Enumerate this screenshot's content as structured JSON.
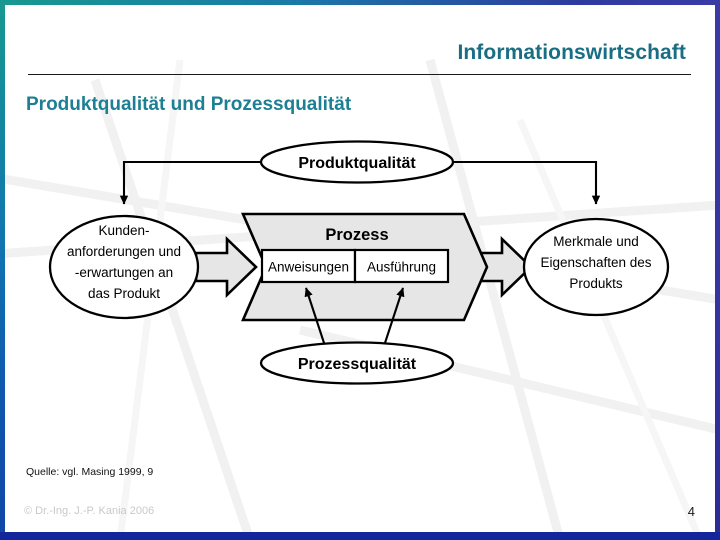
{
  "slide": {
    "header_title": "Informationswirtschaft",
    "subtitle": "Produktqualität und Prozessqualität",
    "source_note": "Quelle: vgl. Masing 1999, 9",
    "copyright": "©  Dr.-Ing. J.-P. Kania 2006",
    "page_number": "4"
  },
  "colors": {
    "header_text": "#1a6e84",
    "subtitle_text": "#1d7f93",
    "frame_top_left": "#17998f",
    "frame_right": "#3b3ba6",
    "frame_bottom": "#13259b",
    "shape_fill": "#e6e6e6",
    "shape_stroke": "#000000",
    "copyright_text": "#c9c9c9"
  },
  "diagram": {
    "name": "produktqualitaet-prozessqualitaet-diagramm",
    "type": "process-flow",
    "nodes": [
      {
        "id": "produktqualitaet",
        "shape": "ellipse",
        "label_lines": [
          "Produktqualität"
        ],
        "position": "top-center"
      },
      {
        "id": "kundenanforderungen",
        "shape": "ellipse",
        "label_lines": [
          "Kunden-",
          "anforderungen und",
          "-erwartungen an",
          "das Produkt"
        ],
        "position": "left"
      },
      {
        "id": "prozess",
        "shape": "chevron",
        "label_lines": [
          "Prozess"
        ],
        "position": "center",
        "sub_boxes": [
          "Anweisungen",
          "Ausführung"
        ]
      },
      {
        "id": "merkmale",
        "shape": "ellipse",
        "label_lines": [
          "Merkmale und",
          "Eigenschaften des",
          "Produkts"
        ],
        "position": "right"
      },
      {
        "id": "prozessqualitaet",
        "shape": "ellipse",
        "label_lines": [
          "Prozessqualität"
        ],
        "position": "bottom-center"
      }
    ],
    "connectors": [
      {
        "from": "produktqualitaet",
        "to": "kundenanforderungen",
        "style": "elbow-arrow"
      },
      {
        "from": "produktqualitaet",
        "to": "merkmale",
        "style": "elbow-arrow"
      },
      {
        "from": "kundenanforderungen",
        "to": "prozess",
        "style": "block-arrow"
      },
      {
        "from": "prozess",
        "to": "merkmale",
        "style": "block-arrow"
      },
      {
        "from": "prozessqualitaet",
        "to": "anweisungen",
        "style": "diagonal-arrow"
      },
      {
        "from": "prozessqualitaet",
        "to": "ausfuehrung",
        "style": "diagonal-arrow"
      }
    ],
    "labels": {
      "produktqualitaet": "Produktqualität",
      "prozessqualitaet": "Prozessqualität",
      "prozess": "Prozess",
      "anweisungen": "Anweisungen",
      "ausfuehrung": "Ausführung",
      "kunden_l1": "Kunden-",
      "kunden_l2": "anforderungen und",
      "kunden_l3": "-erwartungen an",
      "kunden_l4": "das Produkt",
      "merkmale_l1": "Merkmale und",
      "merkmale_l2": "Eigenschaften des",
      "merkmale_l3": "Produkts"
    }
  }
}
